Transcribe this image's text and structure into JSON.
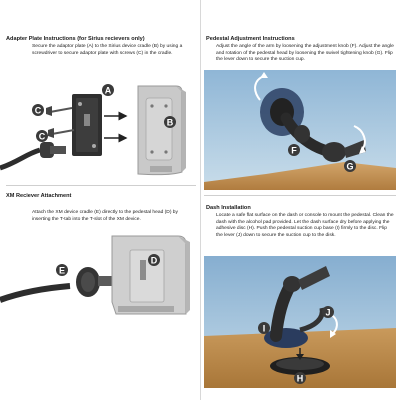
{
  "sections": {
    "adapter": {
      "title": "Adapter Plate Instructions",
      "title_note": "(for Sirius recievers only)",
      "body": "Secure the adaptor plate (A) to the Sirius device cradle (B) by using a screwdriver to secure adaptor plate with screws (C) in the cradle.",
      "labels": {
        "a": "A",
        "b": "B",
        "c1": "C",
        "c2": "C"
      }
    },
    "xm": {
      "title": "XM Reciever Attachment",
      "body": "Attach the XM device cradle (E) directly to the pedestal head (D) by inserting the T-tab into the T-slot of the XM device.",
      "labels": {
        "d": "D",
        "e": "E"
      }
    },
    "pedestal": {
      "title": "Pedestal Adjustment Instructions",
      "body": "Adjust the angle of the arm by loosening the adjustment knob (F). Adjust the angle and rotation of the pedestal head by loosening the swivel tightening knob (G). Flip the lever down to secure the suction cup.",
      "labels": {
        "f": "F",
        "g": "G"
      }
    },
    "dash": {
      "title": "Dash Installation",
      "body": "Locate a safe flat surface on the dash or console to mount the pedestal. Clean the dash with the alcohol pad provided. Let the dash surface dry before applying the adhesive disc (H). Push the pedestal suction cup base (I) firmly to the disc. Flip the lever (J) down to secure the suction cup to the disk.",
      "labels": {
        "h": "H",
        "i": "I",
        "j": "J"
      }
    }
  }
}
